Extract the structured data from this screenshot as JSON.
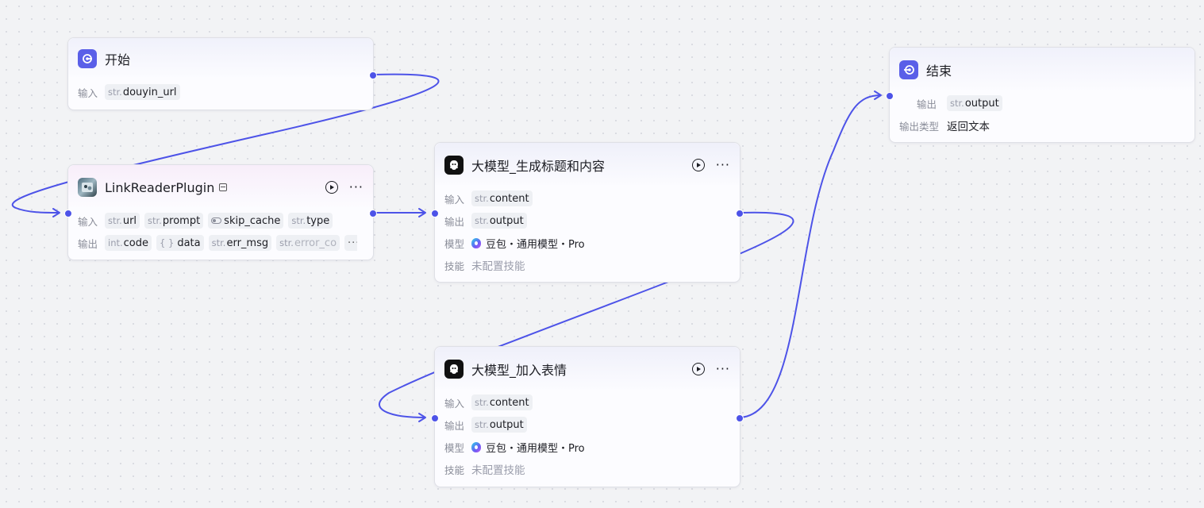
{
  "colors": {
    "accent": "#4d53e8",
    "node_bg": "#fcfcff",
    "tag_bg": "#eef0f4",
    "label": "#8a8d99"
  },
  "nodes": {
    "start": {
      "title": "开始",
      "icon": "start-icon",
      "input_label": "输入",
      "inputs": [
        {
          "type": "str.",
          "name": "douyin_url"
        }
      ]
    },
    "plugin": {
      "title": "LinkReaderPlugin",
      "icon": "plugin-avatar-icon",
      "input_label": "输入",
      "output_label": "输出",
      "inputs": [
        {
          "type": "str.",
          "name": "url"
        },
        {
          "type": "str.",
          "name": "prompt"
        },
        {
          "type": "toggle",
          "name": "skip_cache"
        },
        {
          "type": "str.",
          "name": "type"
        }
      ],
      "outputs": [
        {
          "type": "int.",
          "name": "code"
        },
        {
          "type": "{ }",
          "name": "data"
        },
        {
          "type": "str.",
          "name": "err_msg"
        },
        {
          "type": "str.",
          "name": "error_co"
        }
      ],
      "more": "···"
    },
    "llm1": {
      "title": "大模型_生成标题和内容",
      "icon": "llm-icon",
      "input_label": "输入",
      "output_label": "输出",
      "model_label": "模型",
      "skill_label": "技能",
      "input": {
        "type": "str.",
        "name": "content"
      },
      "output": {
        "type": "str.",
        "name": "output"
      },
      "model": "豆包・通用模型・Pro",
      "skill": "未配置技能"
    },
    "llm2": {
      "title": "大模型_加入表情",
      "icon": "llm-icon",
      "input_label": "输入",
      "output_label": "输出",
      "model_label": "模型",
      "skill_label": "技能",
      "input": {
        "type": "str.",
        "name": "content"
      },
      "output": {
        "type": "str.",
        "name": "output"
      },
      "model": "豆包・通用模型・Pro",
      "skill": "未配置技能"
    },
    "end": {
      "title": "结束",
      "icon": "end-icon",
      "output_label": "输出",
      "output_type_label": "输出类型",
      "output": {
        "type": "str.",
        "name": "output"
      },
      "output_type": "返回文本"
    }
  }
}
